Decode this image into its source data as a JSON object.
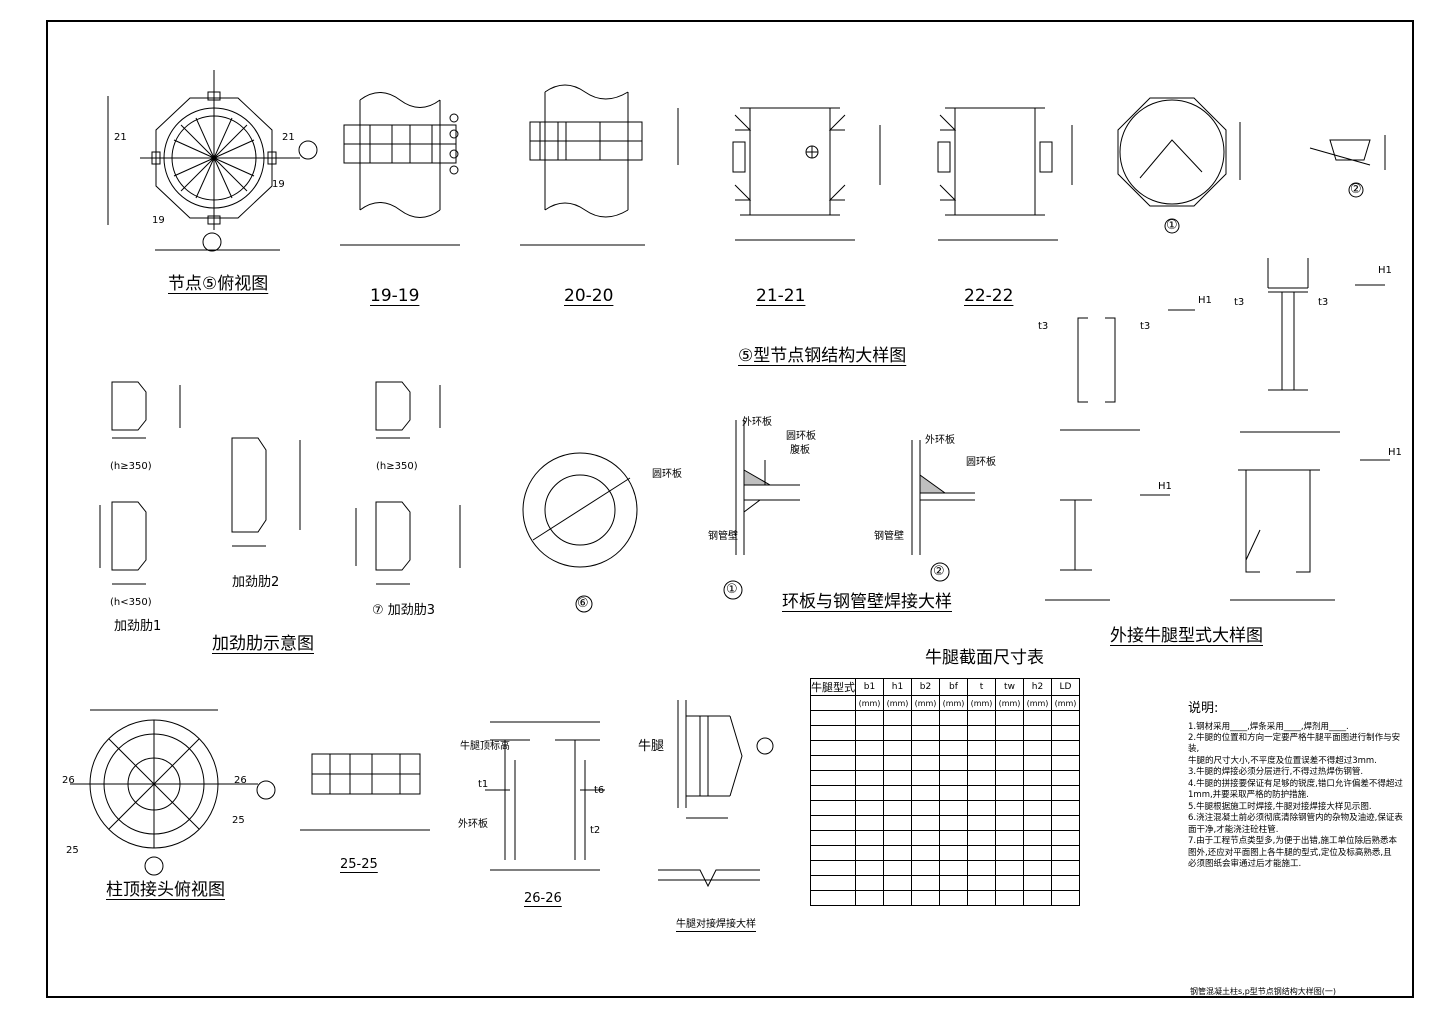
{
  "titles": {
    "node5_top": "节点⑤俯视图",
    "sec1919": "19-19",
    "sec2020": "20-20",
    "sec2121": "21-21",
    "sec2222": "22-22",
    "main_title": "⑤型节点钢结构大样图",
    "rib_title": "加劲肋示意图",
    "rib1": "加劲肋1",
    "rib2": "加劲肋2",
    "rib3": "⑦ 加劲肋3",
    "ring_weld": "环板与钢管壁焊接大样",
    "corbel_detail": "外接牛腿型式大样图",
    "column_top": "柱顶接头俯视图",
    "sec2525": "25-25",
    "sec2626": "26-26",
    "corbel_butt": "牛腿对接焊接大样",
    "table_title": "牛腿截面尺寸表",
    "drawing_name": "钢管混凝土柱s,p型节点钢结构大样图(一)"
  },
  "labels": {
    "ring_plate": "圆环板",
    "outer_ring": "外环板",
    "web_plate": "腹板",
    "tube_wall": "钢管壁",
    "corbel": "牛腿",
    "corbel_top": "牛腿顶标高",
    "h350a": "(h≥350)",
    "h350b": "(h<350)",
    "h350c": "(h≥350)",
    "circ1": "①",
    "circ2": "②",
    "circ6": "⑥",
    "circ1b": "①",
    "circ2b": "②",
    "h1": "H1",
    "t3": "t3",
    "t1": "t1",
    "t2": "t2",
    "t6": "t6",
    "n21": "21",
    "n19": "19",
    "n26": "26",
    "n25": "25"
  },
  "table": {
    "headers": [
      "牛腿型式",
      "b1",
      "h1",
      "b2",
      "bf",
      "t",
      "tw",
      "h2",
      "LD"
    ],
    "units": [
      "",
      "(mm)",
      "(mm)",
      "(mm)",
      "(mm)",
      "(mm)",
      "(mm)",
      "(mm)",
      "(mm)"
    ],
    "blank_rows": 13
  },
  "notes": {
    "title": "说明:",
    "lines": [
      "1.钢材采用____,焊条采用____,焊剂用____.",
      "2.牛腿的位置和方向一定要严格牛腿平面图进行制作与安装,",
      "  牛腿的尺寸大小,不平度及位置误差不得超过3mm.",
      "3.牛腿的焊接必须分层进行,不得过热焊伤钢管.",
      "4.牛腿的拼接要保证有足够的锐度,错口允许偏差不得超过",
      "  1mm,并要采取严格的防护措施.",
      "5.牛腿根据施工时焊接,牛腿对接焊接大样见示图.",
      "6.浇注混凝土前必须彻底清除钢管内的杂物及油迹,保证表",
      "  面干净,才能浇注砼柱管.",
      "7.由于工程节点类型多,为便于出错,施工单位除后熟悉本",
      "  图外,还应对平面图上各牛腿的型式,定位及标高熟悉,且",
      "  必须图纸会审通过后才能施工."
    ]
  },
  "colors": {
    "line": "#000000",
    "background": "#ffffff"
  }
}
